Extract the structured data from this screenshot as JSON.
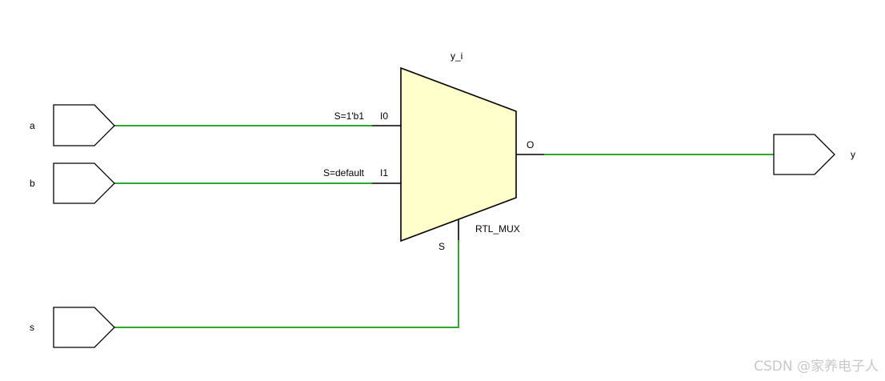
{
  "schematic": {
    "instance_name": "y_i",
    "cell_type": "RTL_MUX",
    "inputs": {
      "a": "a",
      "b": "b",
      "s": "s"
    },
    "output": "y",
    "mux_pins": {
      "i0": "I0",
      "i1": "I1",
      "o": "O",
      "s": "S"
    },
    "selection": {
      "i0_condition": "S=1'b1",
      "i1_condition": "S=default"
    }
  },
  "watermark": "CSDN @家养电子人",
  "colors": {
    "wire": "#2fa82f",
    "mux_fill": "#ffffcc",
    "outline": "#000000",
    "watermark": "#c8c8c8"
  }
}
